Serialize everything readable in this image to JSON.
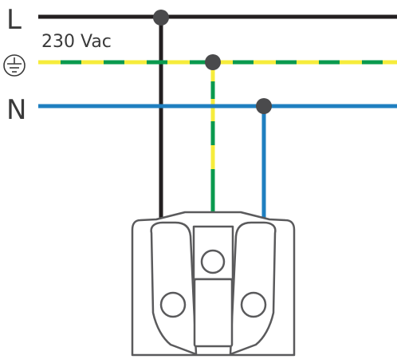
{
  "labels": {
    "line": "L",
    "neutral": "N",
    "voltage": "230 Vac"
  },
  "icons": {
    "earth": "earth-ground-icon",
    "socket": "schuko-socket-icon"
  },
  "colors": {
    "line": "#231f20",
    "earth_green": "#0a9a4e",
    "earth_yellow": "#f6ec3b",
    "neutral": "#1f7fc0",
    "junction": "#4a4a4c",
    "outline": "#5a5a5c"
  }
}
